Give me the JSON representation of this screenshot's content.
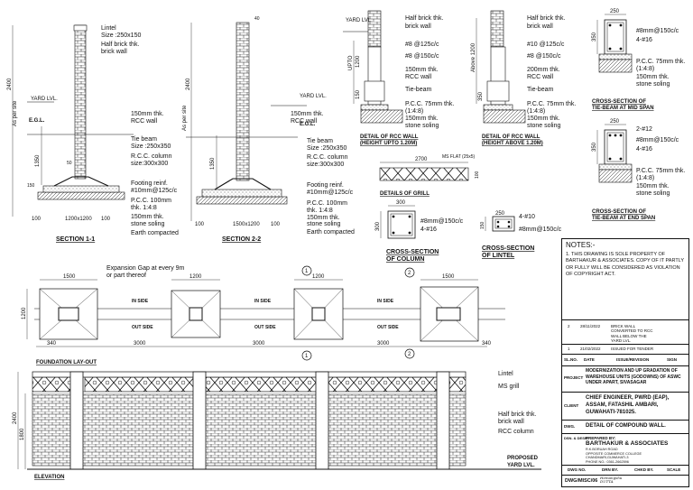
{
  "section_1_1": {
    "title": "SECTION 1-1",
    "labels": [
      "Lintel",
      "Size :250x150",
      "Half brick thk.",
      "brick wall",
      "YARD LVL.",
      "E.G.L.",
      "As per site",
      "150mm thk.",
      "RCC wall",
      "Tie beam",
      "Size :250x350",
      "R.C.C. column",
      "size:300x300",
      "Footing reinf.",
      "#10mm@125c/c",
      "P.C.C. 100mm",
      "thk. 1:4:8",
      "150mm thk.",
      "stone soling",
      "Earth compacted"
    ],
    "dims": [
      "2400",
      "1350",
      "100",
      "1200x1200",
      "100",
      "150",
      "50"
    ]
  },
  "section_2_2": {
    "title": "SECTION 2-2",
    "labels": [
      "YARD LVL.",
      "E.G.L.",
      "As per site",
      "150mm thk.",
      "RCC wall",
      "Tie beam",
      "Size :250x350",
      "R.C.C. column",
      "size:300x300",
      "Footing reinf.",
      "#10mm@125c/c",
      "P.C.C. 100mm",
      "thk. 1:4:8",
      "150mm thk.",
      "stone soling",
      "Earth compacted"
    ],
    "dims": [
      "40",
      "2400",
      "1350",
      "100",
      "1500x1200",
      "100"
    ]
  },
  "rcc_wall_1": {
    "title": "DETAIL OF RCC WALL",
    "subtitle": "(HEIGHT UPTO 1.20M)",
    "labels": [
      "YARD LVL.",
      "Half brick thk.",
      "brick wall",
      "#8 @125c/c",
      "#8 @150c/c",
      "150mm thk.",
      "RCC wall",
      "Tie-beam",
      "P.C.C. 75mm thk.",
      "(1:4:8)",
      "150mm thk.",
      "stone soling"
    ],
    "dims": [
      "1200",
      "150",
      "UPTO"
    ]
  },
  "rcc_wall_2": {
    "title": "DETAIL OF RCC WALL",
    "subtitle": "(HEIGHT ABOVE 1.20M)",
    "labels": [
      "Half brick thk.",
      "brick wall",
      "#10 @125c/c",
      "#8 @150c/c",
      "200mm thk.",
      "RCC wall",
      "Tie-beam",
      "P.C.C. 75mm thk.",
      "(1:4:8)",
      "150mm thk.",
      "stone soling"
    ],
    "dims": [
      "Above 1200",
      "350"
    ]
  },
  "tie_beam_mid": {
    "title": "CROSS-SECTION OF",
    "subtitle": "TIE-BEAM AT MID SPAN",
    "labels": [
      "#8mm@150c/c",
      "4-#16",
      "P.C.C. 75mm thk.",
      "(1:4:8)",
      "150mm thk.",
      "stone soling"
    ],
    "dims": [
      "250",
      "350"
    ]
  },
  "tie_beam_end": {
    "title": "CROSS-SECTION OF",
    "subtitle": "TIE-BEAM AT END SPAN",
    "labels": [
      "2-#12",
      "#8mm@150c/c",
      "4-#16",
      "P.C.C. 75mm thk.",
      "(1:4:8)",
      "150mm thk.",
      "stone soling"
    ],
    "dims": [
      "250",
      "350"
    ]
  },
  "grill": {
    "title": "DETAILS OF GRILL",
    "labels": [
      "MS FLAT (25x5)"
    ],
    "dims": [
      "2700",
      "100"
    ]
  },
  "column": {
    "title": "CROSS-SECTION",
    "subtitle": "OF COLUMN",
    "labels": [
      "#8mm@150c/c",
      "4-#16"
    ],
    "dims": [
      "300",
      "300"
    ]
  },
  "lintel": {
    "title": "CROSS-SECTION",
    "subtitle": "OF LINTEL",
    "labels": [
      "4-#10",
      "#8mm@150c/c"
    ],
    "dims": [
      "250",
      "150"
    ]
  },
  "foundation": {
    "title": "FOUNDATION LAY-OUT",
    "labels": [
      "Expansion Gap at every 9m",
      "or part thereof",
      "IN SIDE",
      "OUT SIDE"
    ],
    "dims": [
      "1500",
      "1200",
      "1200",
      "1500",
      "1200",
      "340",
      "3000",
      "3000",
      "3000",
      "340"
    ],
    "markers": [
      "1",
      "2",
      "1",
      "2"
    ]
  },
  "elevation": {
    "title": "ELEVATION",
    "labels": [
      "Lintel",
      "MS grill",
      "Half brick thk.",
      "brick wall",
      "RCC column",
      "PROPOSED",
      "YARD LVL."
    ],
    "dims": [
      "2400",
      "1800"
    ]
  },
  "notes": {
    "heading": "NOTES:-",
    "body": "1. THIS DRAWING IS SOLE  PROPERTY OF BARTHAKUR & ASSOCIATES. COPY OF IT PARTLY OR FULLY WILL BE CONSIDERED AS VIOLATION OF COPYRIGHT ACT."
  },
  "revisions": {
    "rows": [
      {
        "no": "2",
        "date": "28/11/2022",
        "desc": "BRICK WALL CONVERTED TO RCC WALL BELOW THE YARD LVL."
      },
      {
        "no": "1",
        "date": "21/02/2022",
        "desc": "ISSUED FOR TENDER"
      }
    ],
    "headers": [
      "SL.NO.",
      "DATE",
      "ISSUE/REVISION",
      "SIGN"
    ]
  },
  "title_block": {
    "project_label": "PROJECT",
    "project": "MODERNIZATION AND UP GRADATION OF WAREHOUSE UNITS (GODOWNS) OF ASWC UNDER APART, SIVASAGAR",
    "client_label": "CLIENT",
    "client_lines": [
      "CHIEF ENGINEER, PWRD (EAP),",
      "ASSAM, FATASHIL AMBARI,",
      "GUWAHATI-781025."
    ],
    "dwg_label": "DWG.",
    "dwg": "DETAIL OF COMPOUND WALL.",
    "desg_label": "DSN. & DESN.",
    "prepared_by": "PREPARED BY:",
    "firm": "BARTHAKUR & ASSOCIATES",
    "firm_lines": [
      "R.K.BORUAH ROAD",
      "OPPOSITE COMMERCE COLLEGE",
      "CHANDMARI,GUWAHATI-3",
      "PHONE NO.: 0361-2662596"
    ],
    "footer_headers": [
      "DWG NO.",
      "DRN BY.",
      "CHKD BY.",
      "SCALE"
    ],
    "dwg_no": "DWG/MISC/06",
    "drn_by": "Hemangshu DUTTA"
  }
}
